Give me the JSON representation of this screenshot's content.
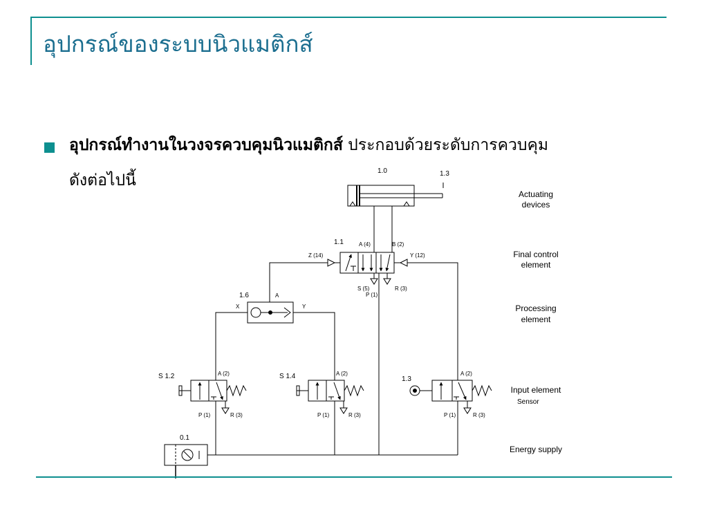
{
  "slide": {
    "title": "อุปกรณ์ของระบบนิวแมติกส์",
    "bullet": {
      "bold": "อุปกรณ์ทำงานในวงจรควบคุมนิวแมติกส์",
      "rest": " ประกอบด้วยระดับการควบคุม",
      "line2": "ดังต่อไปนี้"
    }
  },
  "diagram": {
    "components": {
      "cylinder": "1.0",
      "limit_top": "1.3",
      "final_valve": "1.1",
      "shuttle": "1.6",
      "s12": "S 1.2",
      "s14": "S 1.4",
      "sensor_valve": "1.3",
      "supply": "0.1"
    },
    "ports": {
      "a4": "A (4)",
      "b2": "B (2)",
      "z14": "Z (14)",
      "y12": "Y (12)",
      "s5": "S (5)",
      "r3": "R (3)",
      "p1": "P (1)",
      "shuttle_a": "A",
      "shuttle_x": "X",
      "shuttle_y": "Y",
      "in_a2": "A (2)",
      "in_p1": "P (1)",
      "in_r3": "R (3)"
    },
    "levels": {
      "actuating": [
        "Actuating",
        "devices"
      ],
      "final": [
        "Final control",
        "element"
      ],
      "processing": [
        "Processing",
        "element"
      ],
      "input": "Input element",
      "sensor": "Sensor",
      "energy": "Energy supply"
    }
  },
  "colors": {
    "accent": "#0d8f8f",
    "title": "#1b6e8f"
  }
}
